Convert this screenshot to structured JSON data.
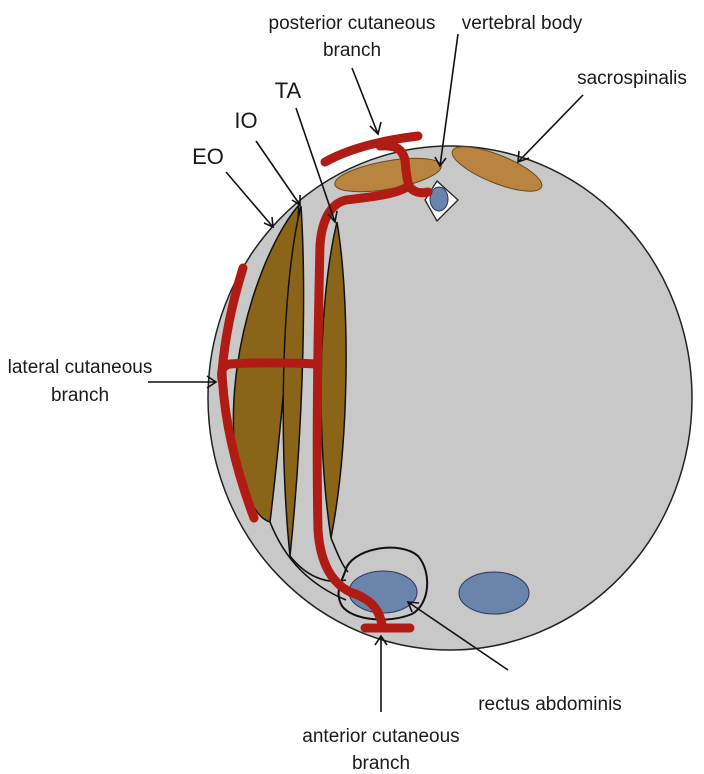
{
  "labels": {
    "posterior_cutaneous_line1": "posterior cutaneous",
    "posterior_cutaneous_line2": "branch",
    "vertebral_body": "vertebral body",
    "sacrospinalis": "sacrospinalis",
    "ta": "TA",
    "io": "IO",
    "eo": "EO",
    "lateral_cutaneous_line1": "lateral cutaneous",
    "lateral_cutaneous_line2": "branch",
    "rectus_abdominis": "rectus abdominis",
    "anterior_cutaneous_line1": "anterior cutaneous",
    "anterior_cutaneous_line2": "branch"
  },
  "colors": {
    "body_fill": "#c8c8c8",
    "muscle_brown": "#8a6418",
    "sacrospinalis_fill": "#b88440",
    "rectus_fill": "#6a84ac",
    "nerve_red": "#b01c14"
  }
}
